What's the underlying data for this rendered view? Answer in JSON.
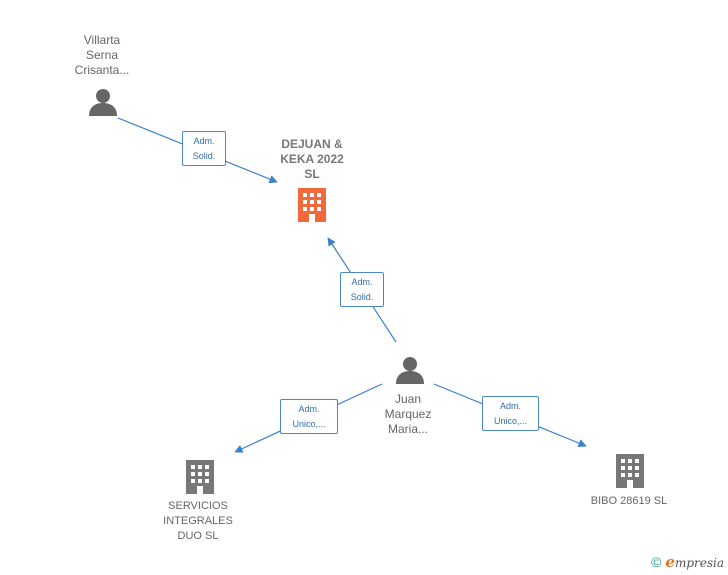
{
  "nodes": {
    "villarta": {
      "label": [
        "Villarta",
        "Serna",
        "Crisanta..."
      ],
      "type": "person"
    },
    "dejuan": {
      "label": [
        "DEJUAN &",
        "KEKA 2022",
        "SL"
      ],
      "type": "company-main"
    },
    "juan": {
      "label": [
        "Juan",
        "Marquez",
        "Maria..."
      ],
      "type": "person"
    },
    "servicios": {
      "label": [
        "SERVICIOS",
        "INTEGRALES",
        "DUO  SL"
      ],
      "type": "company"
    },
    "bibo": {
      "label": [
        "BIBO 28619  SL"
      ],
      "type": "company"
    }
  },
  "edges": {
    "e1": {
      "label": [
        "Adm.",
        "Solid."
      ]
    },
    "e2": {
      "label": [
        "Adm.",
        "Solid."
      ]
    },
    "e3": {
      "label": [
        "Adm.",
        "Unico,..."
      ]
    },
    "e4": {
      "label": [
        "Adm.",
        "Unico,..."
      ]
    }
  },
  "colors": {
    "edge": "#3a7fd0",
    "person_icon": "#666666",
    "company_icon": "#777777",
    "main_company_icon": "#f26a3c"
  },
  "footer": {
    "copyright": "©",
    "brand_initial": "e",
    "brand_rest": "mpresia"
  }
}
